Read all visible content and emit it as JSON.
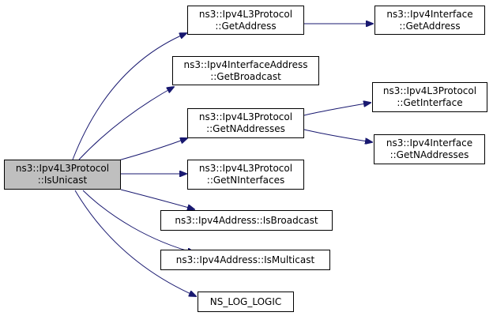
{
  "colors": {
    "edge": "#191970",
    "root_fill": "#bfbfbf",
    "node_fill": "#ffffff",
    "border": "#000000"
  },
  "nodes": {
    "root": {
      "line1": "ns3::Ipv4L3Protocol",
      "line2": "::IsUnicast"
    },
    "l3_getaddress": {
      "line1": "ns3::Ipv4L3Protocol",
      "line2": "::GetAddress"
    },
    "if_getaddress": {
      "line1": "ns3::Ipv4Interface",
      "line2": "::GetAddress"
    },
    "ifaddr_broadcast": {
      "line1": "ns3::Ipv4InterfaceAddress",
      "line2": "::GetBroadcast"
    },
    "l3_getnaddresses": {
      "line1": "ns3::Ipv4L3Protocol",
      "line2": "::GetNAddresses"
    },
    "l3_getinterface": {
      "line1": "ns3::Ipv4L3Protocol",
      "line2": "::GetInterface"
    },
    "if_getnaddresses": {
      "line1": "ns3::Ipv4Interface",
      "line2": "::GetNAddresses"
    },
    "l3_getninterfaces": {
      "line1": "ns3::Ipv4L3Protocol",
      "line2": "::GetNInterfaces"
    },
    "addr_isbroadcast": {
      "line1": "ns3::Ipv4Address::IsBroadcast"
    },
    "addr_ismulticast": {
      "line1": "ns3::Ipv4Address::IsMulticast"
    },
    "log_logic": {
      "line1": "NS_LOG_LOGIC"
    }
  }
}
